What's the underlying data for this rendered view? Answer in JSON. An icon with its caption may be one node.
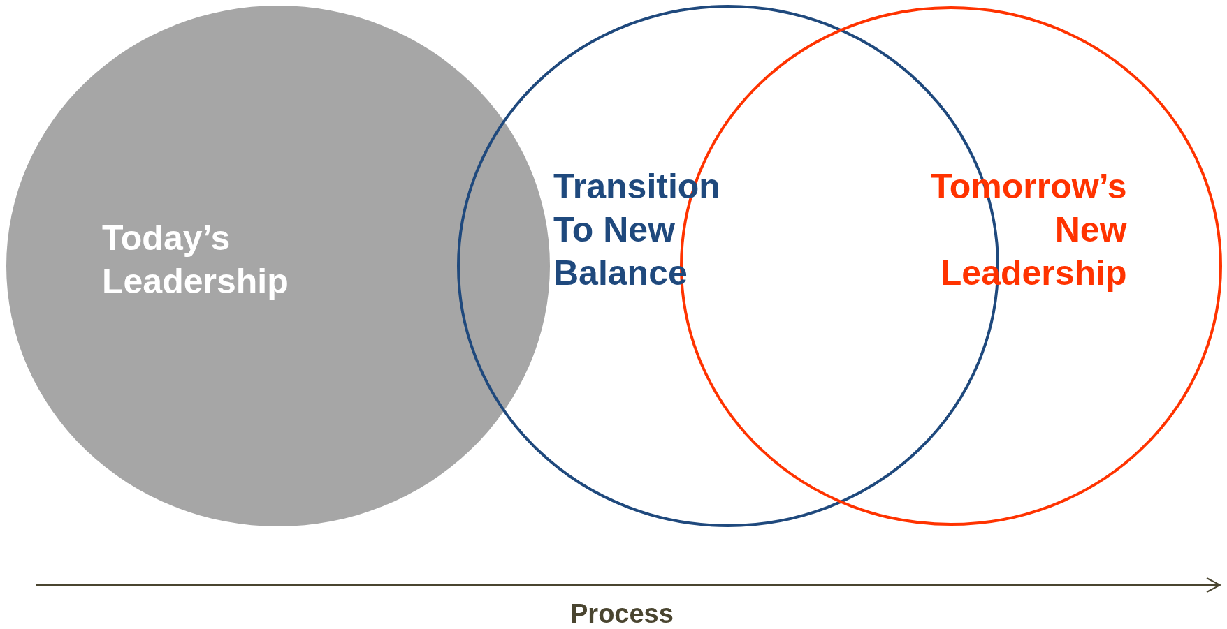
{
  "diagram": {
    "nodes": [
      {
        "text": [
          "Today’s Leadership"
        ]
      },
      {
        "text": [
          "Transition To New Balance"
        ]
      },
      {
        "text": [
          "Tomorrow’s New Leadership"
        ]
      }
    ],
    "labels": [
      "Process"
    ]
  }
}
